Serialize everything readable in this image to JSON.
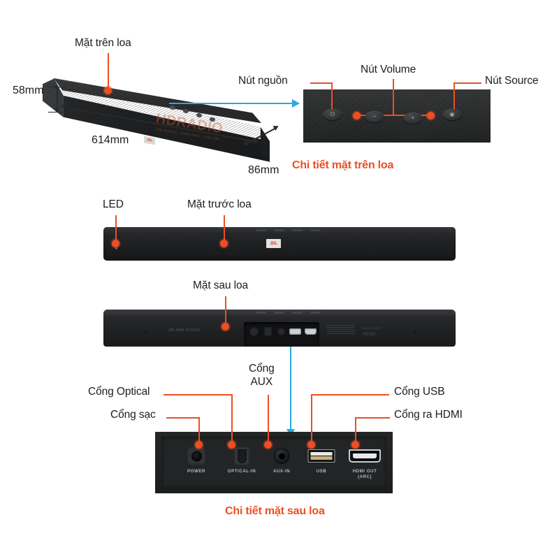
{
  "document": {
    "title": "JBL Bar Studio soundbar annotated diagram",
    "language": "vi"
  },
  "colors": {
    "accent_orange": "#ED4E23",
    "accent_blue": "#2BA8E0",
    "product_black": "#1e2022",
    "text_dark": "#1d1d1d"
  },
  "sections": {
    "top_view": {
      "labels": {
        "top_surface": "Mặt trên loa",
        "height": "58mm",
        "length": "614mm",
        "depth": "86mm"
      },
      "watermark": {
        "line1": "HDRADIO",
        "line2": "ÂM THANH - HÌNH ẢNH - GIẢI TRÍ"
      },
      "product_badge": "JBL"
    },
    "top_detail": {
      "caption": "Chi tiết mặt trên loa",
      "labels": {
        "power": "Nút nguồn",
        "volume": "Nút Volume",
        "source": "Nút Source"
      },
      "buttons": [
        {
          "name": "power-button",
          "glyph": "⏻"
        },
        {
          "name": "volume-down-button",
          "glyph": "−"
        },
        {
          "name": "volume-up-button",
          "glyph": "+"
        },
        {
          "name": "source-button",
          "glyph": "◉"
        }
      ]
    },
    "front_view": {
      "labels": {
        "led": "LED",
        "front_surface": "Mặt trước loa"
      },
      "product_badge": "JBL"
    },
    "rear_view": {
      "labels": {
        "rear_surface": "Mặt sau loa"
      },
      "brand_text": "JBL BAR STUDIO",
      "regulatory": {
        "dolby": "DOLBY AUDIO",
        "hdmi": "HDMI"
      }
    },
    "rear_detail": {
      "caption": "Chi tiết mặt sau loa",
      "callouts": {
        "charging_port": "Cổng sạc",
        "optical_port": "Cổng Optical",
        "aux_port": "Cổng\nAUX",
        "usb_port": "Cổng USB",
        "hdmi_port": "Cổng ra HDMI"
      },
      "ports": [
        {
          "id": "power",
          "label": "POWER"
        },
        {
          "id": "optical",
          "label": "OPTICAL-IN"
        },
        {
          "id": "aux",
          "label": "AUX-IN"
        },
        {
          "id": "usb",
          "label": "USB"
        },
        {
          "id": "hdmi",
          "label": "HDMI OUT\n(ARC)"
        }
      ]
    }
  }
}
